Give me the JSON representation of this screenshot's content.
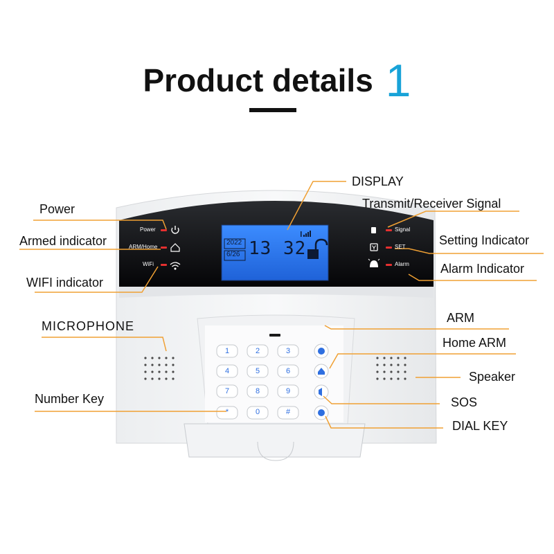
{
  "title": {
    "text": "Product details",
    "number": "1"
  },
  "callouts": {
    "display": "DISPLAY",
    "power": "Power",
    "transmit": "Transmit/Receiver Signal",
    "armed": "Armed indicator",
    "setting": "Setting Indicator",
    "wifi": "WIFI indicator",
    "alarm": "Alarm Indicator",
    "microphone": "MICROPHONE",
    "arm": "ARM",
    "home_arm": "Home ARM",
    "speaker": "Speaker",
    "number_key": "Number Key",
    "sos": "SOS",
    "dial_key": "DIAL KEY"
  },
  "panel": {
    "power": "Power",
    "arm_home": "ARM/Home",
    "wifi": "WiFi",
    "signal": "Signal",
    "set": "SET",
    "alarm": "Alarm"
  },
  "lcd": {
    "year": "2022",
    "date": "6/26",
    "time": "13 32"
  },
  "keys": [
    "1",
    "2",
    "3",
    "4",
    "5",
    "6",
    "7",
    "8",
    "9",
    "*",
    "0",
    "#"
  ],
  "colors": {
    "accent": "#18a3d8",
    "callout_line": "#f0a033",
    "lcd": "#2f7bf0",
    "led": "#e53030"
  }
}
